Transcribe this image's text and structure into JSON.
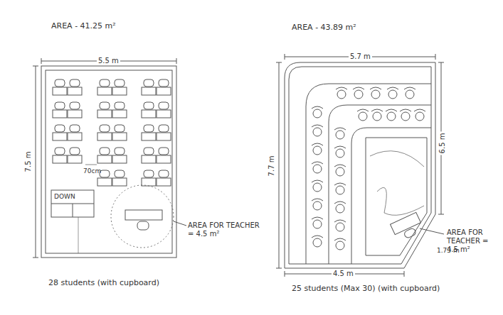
{
  "diagram": {
    "labels": [
      "AREA - 41.25 m²",
      "5.5 m",
      "7.5 m",
      "70cm",
      "DOWN",
      "AREA FOR TEACHER = 4.5 m²",
      "28 students (with cupboard)",
      "AREA - 43.89 m²",
      "5.7 m",
      "7.7 m",
      "6.5 m",
      "4.5 m",
      "1.73 m",
      "AREA FOR TEACHER = 4.5 m²",
      "25 students (Max 30) (with cupboard)"
    ]
  }
}
